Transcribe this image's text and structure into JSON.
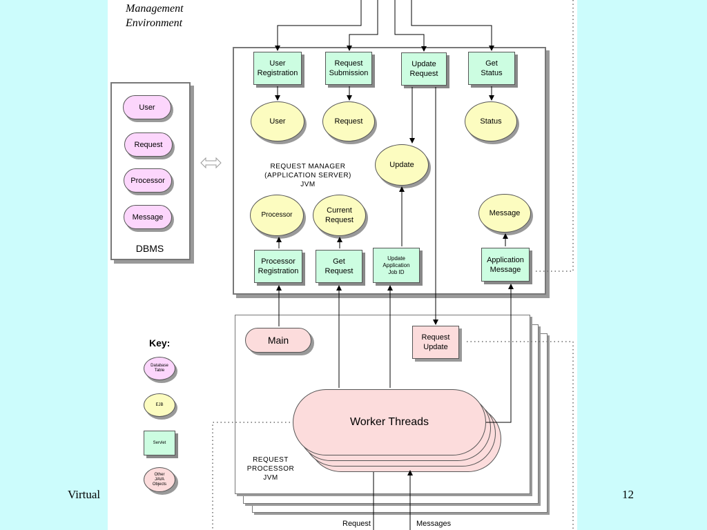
{
  "slide": {
    "title_lines": [
      "Management",
      "Environment"
    ],
    "footer_left": "Virtual",
    "footer_right": "12"
  },
  "dbms": {
    "label": "DBMS",
    "tables": [
      "User",
      "Request",
      "Processor",
      "Message"
    ]
  },
  "request_manager": {
    "label": "REQUEST MANAGER\n(APPLICATION SERVER)\nJVM",
    "servlets": {
      "user_registration": "User\nRegistration",
      "request_submission": "Request\nSubmission",
      "update_request": "Update\nRequest",
      "get_status": "Get\nStatus",
      "processor_registration": "Processor\nRegistration",
      "get_request": "Get\nRequest",
      "update_application_job_id": "Update\nApplication\nJob ID",
      "application_message": "Application\nMessage"
    },
    "ejbs": {
      "user": "User",
      "request": "Request",
      "status": "Status",
      "update": "Update",
      "processor": "Processor",
      "current_request": "Current\nRequest",
      "message": "Message"
    }
  },
  "request_processor": {
    "label": "REQUEST\nPROCESSOR\nJVM",
    "main": "Main",
    "request_update": "Request\nUpdate",
    "worker_threads": "Worker Threads",
    "bottom_labels": [
      "Request",
      "Messages"
    ]
  },
  "key": {
    "title": "Key:",
    "items": [
      "Database\nTable",
      "EJB",
      "Servlet",
      "Other\nJAVA\nObjects"
    ]
  },
  "colors": {
    "background": "#ccfcfc",
    "servlet": "#ccfde1",
    "ejb": "#fcfcc0",
    "database_table": "#fcd6fc",
    "java_object": "#fcdcdc"
  }
}
